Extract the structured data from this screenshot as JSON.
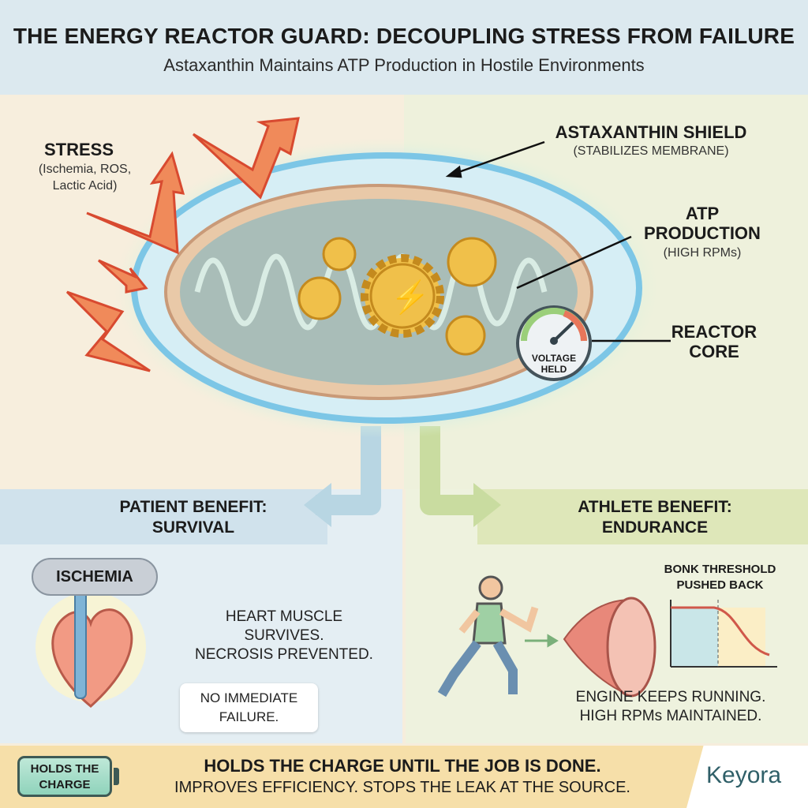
{
  "header": {
    "title": "THE ENERGY REACTOR GUARD: DECOUPLING STRESS FROM FAILURE",
    "subtitle": "Astaxanthin Maintains ATP Production in Hostile Environments"
  },
  "diagram": {
    "stress": {
      "title": "STRESS",
      "detail_1": "(Ischemia, ROS,",
      "detail_2": "Lactic Acid)"
    },
    "shield": {
      "title": "ASTAXANTHIN SHIELD",
      "detail": "(STABILIZES MEMBRANE)"
    },
    "atp": {
      "title_1": "ATP",
      "title_2": "PRODUCTION",
      "detail": "(HIGH RPMs)"
    },
    "core": {
      "title_1": "REACTOR",
      "title_2": "CORE"
    },
    "gauge": {
      "label_1": "VOLTAGE",
      "label_2": "HELD",
      "level_percent": 75
    }
  },
  "patient": {
    "title_1": "PATIENT BENEFIT:",
    "title_2": "SURVIVAL",
    "cloud": "ISCHEMIA",
    "text_1": "HEART MUSCLE",
    "text_2": "SURVIVES.",
    "text_3": "NECROSIS PREVENTED.",
    "bubble_1": "NO IMMEDIATE",
    "bubble_2": "FAILURE."
  },
  "athlete": {
    "title_1": "ATHLETE BENEFIT:",
    "title_2": "ENDURANCE",
    "chart_1": "BONK THRESHOLD",
    "chart_2": "PUSHED BACK",
    "text_1": "ENGINE KEEPS RUNNING.",
    "text_2": "HIGH RPMs MAINTAINED."
  },
  "footer": {
    "battery_1": "HOLDS THE",
    "battery_2": "CHARGE",
    "line_1": "HOLDS THE CHARGE UNTIL THE JOB IS DONE.",
    "line_2": "IMPROVES EFFICIENCY. STOPS THE LEAK AT THE SOURCE.",
    "logo": "Keyora"
  },
  "colors": {
    "accent_blue": "#7cc6e6",
    "accent_gold": "#e8b43a",
    "stress_red": "#e8583a"
  }
}
